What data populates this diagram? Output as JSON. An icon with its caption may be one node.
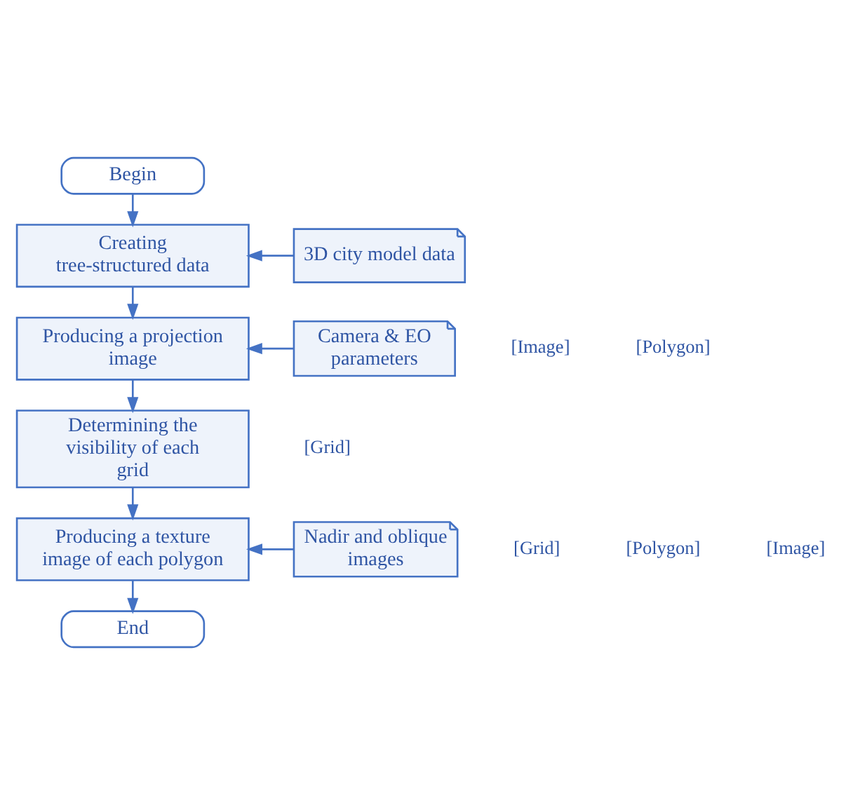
{
  "diagram": {
    "nodes": [
      {
        "text": [
          "Begin"
        ]
      },
      {
        "text": [
          "3D city model data"
        ]
      },
      {
        "text": [
          "Creating tree-structured data"
        ]
      },
      {
        "text": [
          "Camera & EO parameters"
        ]
      },
      {
        "text": [
          "Producing a projection image"
        ]
      },
      {
        "text": [
          "Determining the visibility of each grid"
        ]
      },
      {
        "text": [
          "Nadir and oblique images"
        ]
      },
      {
        "text": [
          "Producing a texture image of each polygon"
        ]
      },
      {
        "text": [
          "End"
        ]
      }
    ],
    "edges": [
      {
        "from": 0,
        "to": 2,
        "arrow": "to"
      },
      {
        "from": 1,
        "to": 2,
        "arrow": "to"
      },
      {
        "from": 2,
        "to": 4,
        "arrow": "to"
      },
      {
        "from": 3,
        "to": 4,
        "arrow": "to"
      },
      {
        "from": 4,
        "to": 5,
        "arrow": "to"
      },
      {
        "from": 5,
        "to": 7,
        "arrow": "to"
      },
      {
        "from": 6,
        "to": 7,
        "arrow": "to"
      },
      {
        "from": 7,
        "to": 8,
        "arrow": "to"
      }
    ],
    "labels": [
      "[Image]",
      "[Polygon]",
      "[Grid]",
      "[Grid]",
      "[Polygon]",
      "[Image]"
    ]
  }
}
